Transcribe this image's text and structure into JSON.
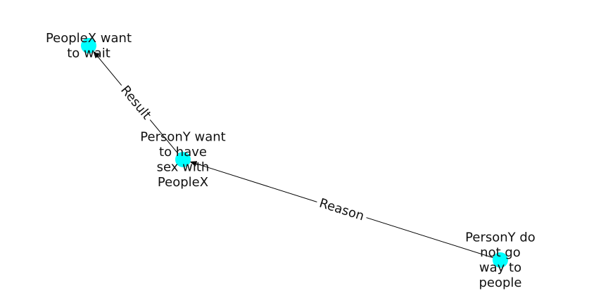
{
  "graph": {
    "node_color": "#00FFFF",
    "edge_color": "#000000",
    "nodes": [
      {
        "id": "n1",
        "label_lines": [
          "PeopleX want",
          "to wait"
        ]
      },
      {
        "id": "n2",
        "label_lines": [
          "PersonY want",
          "to have",
          "sex with",
          "PeopleX"
        ]
      },
      {
        "id": "n3",
        "label_lines": [
          "PersonY do",
          "not go",
          "way to",
          "people"
        ]
      }
    ],
    "edges": [
      {
        "from": "n2",
        "to": "n1",
        "label": "Result"
      },
      {
        "from": "n3",
        "to": "n2",
        "label": "Reason"
      }
    ]
  }
}
